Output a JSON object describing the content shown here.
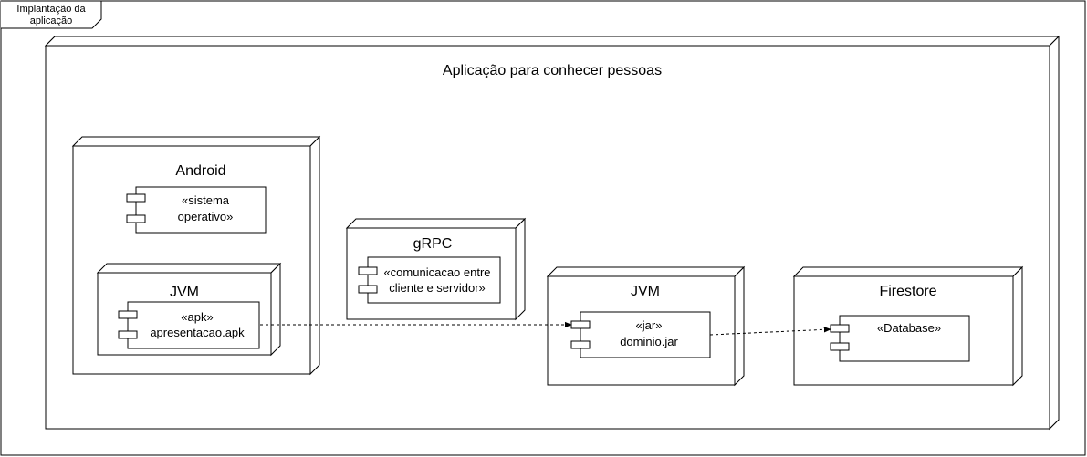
{
  "frame": {
    "title_line1": "Implantação da",
    "title_line2": "aplicação"
  },
  "system": {
    "title": "Aplicação para conhecer pessoas"
  },
  "android": {
    "title": "Android",
    "os_component": {
      "line1": "«sistema",
      "line2": "operativo»"
    },
    "jvm": {
      "title": "JVM",
      "component": {
        "line1": "«apk»",
        "line2": "apresentacao.apk"
      }
    }
  },
  "grpc": {
    "title": "gRPC",
    "component": {
      "line1": "«comunicacao entre",
      "line2": "cliente e servidor»"
    }
  },
  "jvm_server": {
    "title": "JVM",
    "component": {
      "line1": "«jar»",
      "line2": "dominio.jar"
    }
  },
  "firestore": {
    "title": "Firestore",
    "component": {
      "line1": "«Database»"
    }
  }
}
